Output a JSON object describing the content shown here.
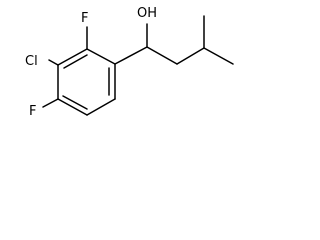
{
  "structure": {
    "atoms": {
      "f_top": "F",
      "cl": "Cl",
      "f_bottom": "F",
      "oh": "OH"
    }
  }
}
